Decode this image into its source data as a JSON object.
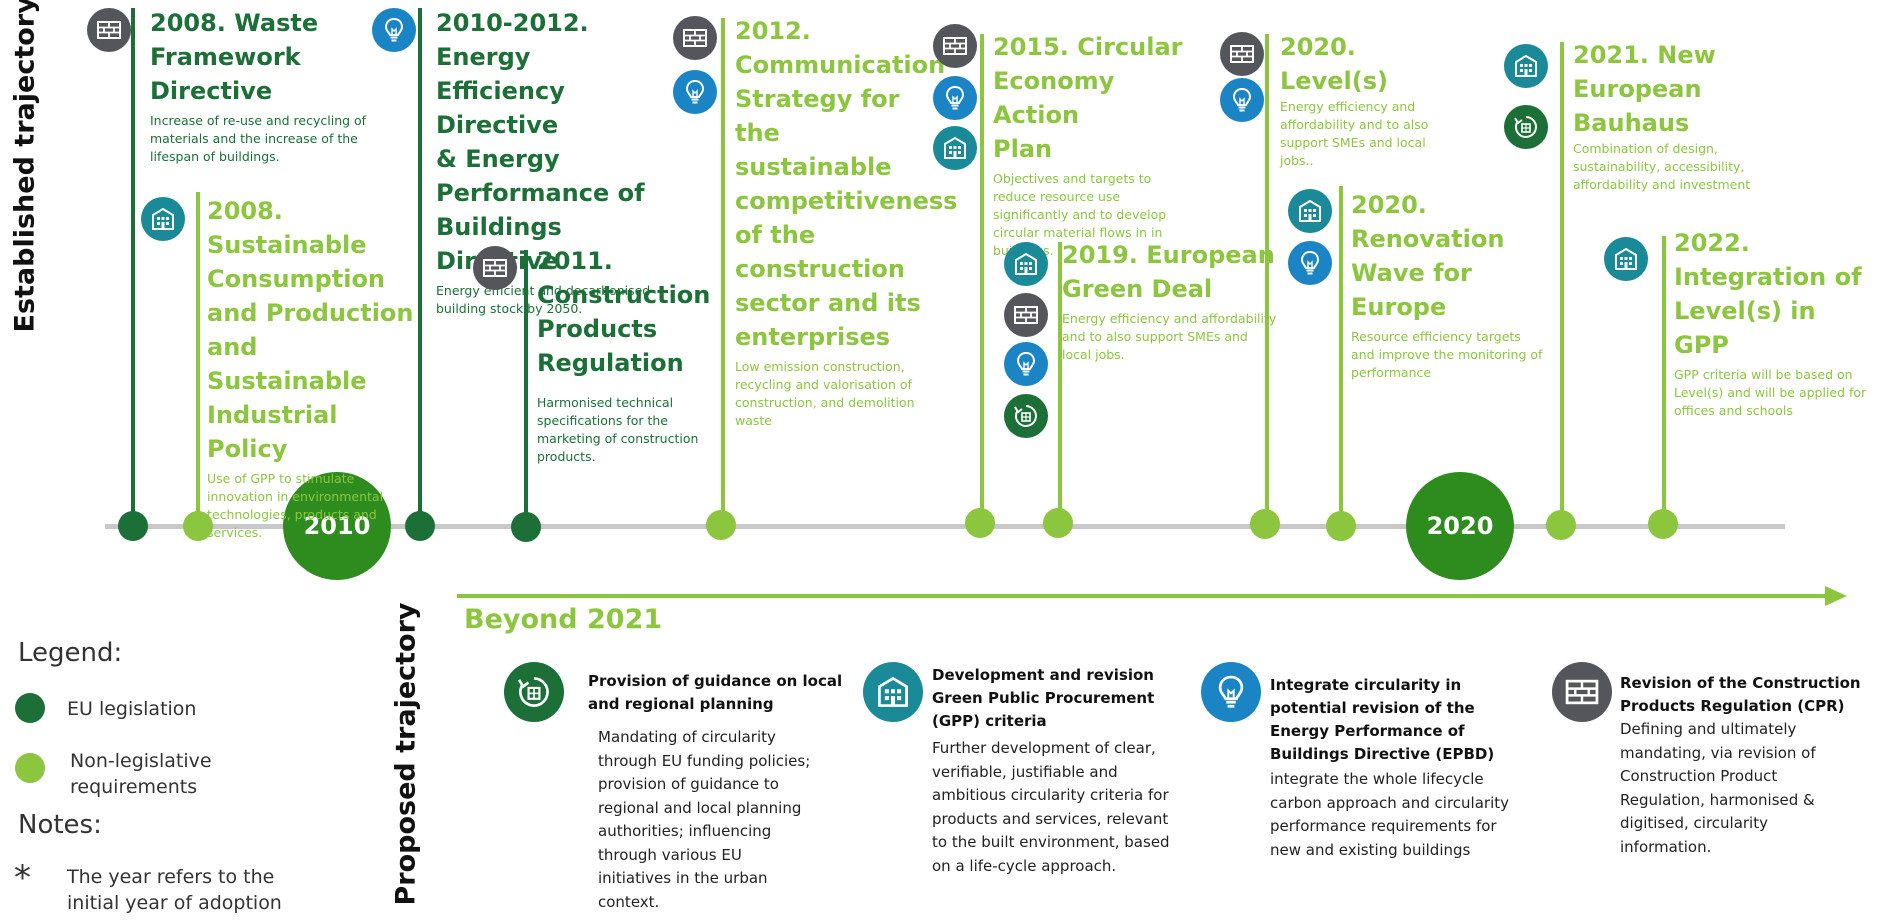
{
  "labels": {
    "established": "Established trajectory*",
    "proposed": "Proposed trajectory",
    "beyond": "Beyond 2021"
  },
  "years": {
    "y2010": "2010",
    "y2020": "2020"
  },
  "events": {
    "e1": {
      "title": [
        "2008. Waste",
        "Framework",
        "Directive"
      ],
      "desc": "Increase of re-use and recycling of materials and the increase of the lifespan of buildings.",
      "type": "EU legislation"
    },
    "e2": {
      "title": [
        "2008.",
        "Sustainable",
        "Consumption",
        "and Production",
        "and Sustainable",
        "Industrial Policy"
      ],
      "desc": "Use of GPP to stimulate innovation in environmental technologies, products and services.",
      "type": "Non-legislative requirements"
    },
    "e3": {
      "title": [
        "2010-2012. Energy",
        "Efficiency Directive",
        "& Energy",
        "Performance of",
        "Buildings Directive"
      ],
      "desc": "Energy efficient and decarbonised building stock by 2050.",
      "type": "EU legislation"
    },
    "e4": {
      "title": [
        "2011.",
        "Construction",
        "Products",
        "Regulation"
      ],
      "desc": "Harmonised technical specifications for the marketing of construction products.",
      "type": "EU legislation"
    },
    "e5": {
      "title": [
        "2012.",
        "Communication",
        "Strategy for the",
        "sustainable",
        "competitiveness",
        "of the",
        "construction",
        "sector and its",
        "enterprises"
      ],
      "desc": "Low emission construction, recycling and valorisation of construction, and demolition waste",
      "type": "Non-legislative requirements"
    },
    "e6": {
      "title": [
        "2015. Circular",
        "Economy Action",
        "Plan"
      ],
      "desc": "Objectives and targets to reduce resource use significantly and to develop circular material flows in in buildings.",
      "type": "Non-legislative requirements"
    },
    "e7": {
      "title": [
        "2019. European",
        "Green Deal"
      ],
      "desc": "Energy efficiency and affordability and to also support SMEs and local jobs.",
      "type": "Non-legislative requirements"
    },
    "e8": {
      "title": [
        "2020. Level(s)"
      ],
      "desc": "Energy efficiency and affordability and to also support SMEs and local jobs..",
      "type": "Non-legislative requirements"
    },
    "e9": {
      "title": [
        "2020.",
        "Renovation",
        "Wave for",
        "Europe"
      ],
      "desc": "Resource efficiency targets and improve the monitoring of performance",
      "type": "Non-legislative requirements"
    },
    "e10": {
      "title": [
        "2021. New",
        "European",
        "Bauhaus"
      ],
      "desc": "Combination of design, sustainability, accessibility, affordability and investment",
      "type": "Non-legislative requirements"
    },
    "e11": {
      "title": [
        "2022.",
        "Integration of",
        "Level(s) in GPP"
      ],
      "desc": "GPP criteria will be based on Level(s) and will be applied for offices and schools",
      "type": "Non-legislative requirements"
    }
  },
  "proposed": {
    "p1": {
      "title": [
        "Provision of guidance on local",
        "and regional planning"
      ],
      "desc": [
        "Mandating of circularity",
        "through EU funding policies;",
        "provision of guidance to",
        "regional and local planning",
        "authorities; influencing",
        "through various EU",
        "initiatives in the urban",
        "context."
      ],
      "icon": "urban-planning-icon"
    },
    "p2": {
      "title": [
        "Development and revision",
        "Green Public Procurement",
        "(GPP) criteria"
      ],
      "desc": [
        "Further development of clear,",
        "verifiable, justifiable and",
        "ambitious circularity criteria for",
        "products and services, relevant",
        "to the built environment, based",
        "on a life-cycle approach."
      ],
      "icon": "building-icon"
    },
    "p3": {
      "title": [
        "Integrate circularity in",
        "potential revision of the",
        "Energy Performance of",
        "Buildings Directive (EPBD)"
      ],
      "desc": [
        "integrate the whole lifecycle",
        "carbon approach and circularity",
        "performance requirements for",
        "new and existing buildings"
      ],
      "icon": "lightbulb-icon"
    },
    "p4": {
      "title": [
        "Revision of the Construction",
        "Products Regulation (CPR)"
      ],
      "desc": [
        "Defining and ultimately",
        "mandating, via revision of",
        "Construction Product",
        "Regulation, harmonised &",
        "digitised, circularity",
        "information."
      ],
      "icon": "brick-wall-icon"
    }
  },
  "legend": {
    "heading": "Legend:",
    "eu": "EU legislation",
    "non": [
      "Non-legislative",
      "requirements"
    ],
    "notes_heading": "Notes:",
    "asterisk": "*",
    "note": [
      "The year refers to the",
      "initial year of adoption"
    ]
  },
  "colors": {
    "dark_green": "#1b6f37",
    "light_green": "#8cc63f",
    "year_green": "#2e8b1e",
    "gray": "#55565b",
    "blue": "#1b84c4",
    "teal": "#1a8a98"
  }
}
